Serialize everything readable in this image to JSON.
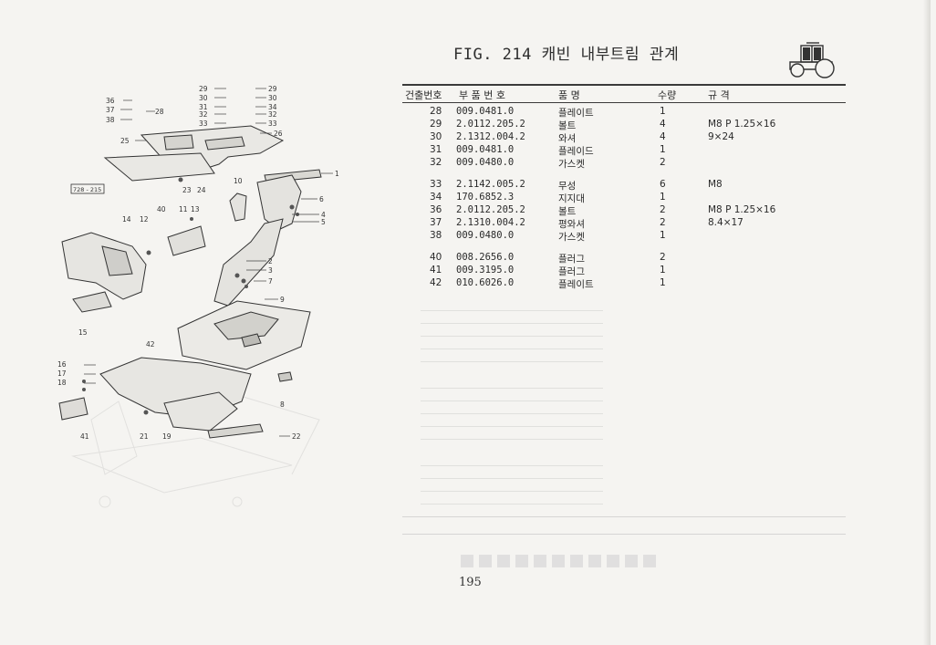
{
  "figure": {
    "title": "FIG. 214 캐빈 내부트림 관계",
    "ref_box": "728 - 215",
    "callouts": [
      "29",
      "29",
      "30",
      "30",
      "31",
      "34",
      "32",
      "32",
      "33",
      "33",
      "26",
      "25",
      "36",
      "37",
      "28",
      "38",
      "1",
      "10",
      "6",
      "4",
      "5",
      "23",
      "24",
      "40",
      "11",
      "13",
      "14",
      "12",
      "2",
      "3",
      "7",
      "9",
      "15",
      "42",
      "16",
      "17",
      "18",
      "8",
      "41",
      "21",
      "19",
      "22"
    ]
  },
  "table": {
    "headers": {
      "no": "건출번호",
      "part": "부 품 번 호",
      "name": "품     명",
      "qty": "수량",
      "spec": "규          격"
    },
    "groups": [
      [
        {
          "no": "28",
          "part": "009.0481.0",
          "name": "플레이트",
          "qty": "1",
          "spec": ""
        },
        {
          "no": "29",
          "part": "2.0112.205.2",
          "name": "볼트",
          "qty": "4",
          "spec": "M8 P 1.25×16"
        },
        {
          "no": "30",
          "part": "2.1312.004.2",
          "name": "와셔",
          "qty": "4",
          "spec": "9×24"
        },
        {
          "no": "31",
          "part": "009.0481.0",
          "name": "플레이드",
          "qty": "1",
          "spec": ""
        },
        {
          "no": "32",
          "part": "009.0480.0",
          "name": "가스켓",
          "qty": "2",
          "spec": ""
        }
      ],
      [
        {
          "no": "33",
          "part": "2.1142.005.2",
          "name": "무성",
          "qty": "6",
          "spec": "M8"
        },
        {
          "no": "34",
          "part": "170.6852.3",
          "name": "지지대",
          "qty": "1",
          "spec": ""
        },
        {
          "no": "36",
          "part": "2.0112.205.2",
          "name": "볼트",
          "qty": "2",
          "spec": "M8 P 1.25×16"
        },
        {
          "no": "37",
          "part": "2.1310.004.2",
          "name": "평와셔",
          "qty": "2",
          "spec": "8.4×17"
        },
        {
          "no": "38",
          "part": "009.0480.0",
          "name": "가스켓",
          "qty": "1",
          "spec": ""
        }
      ],
      [
        {
          "no": "40",
          "part": "008.2656.0",
          "name": "플러그",
          "qty": "2",
          "spec": ""
        },
        {
          "no": "41",
          "part": "009.3195.0",
          "name": "플러그",
          "qty": "1",
          "spec": ""
        },
        {
          "no": "42",
          "part": "010.6026.0",
          "name": "플레이트",
          "qty": "1",
          "spec": ""
        }
      ]
    ]
  },
  "page_number": "195"
}
